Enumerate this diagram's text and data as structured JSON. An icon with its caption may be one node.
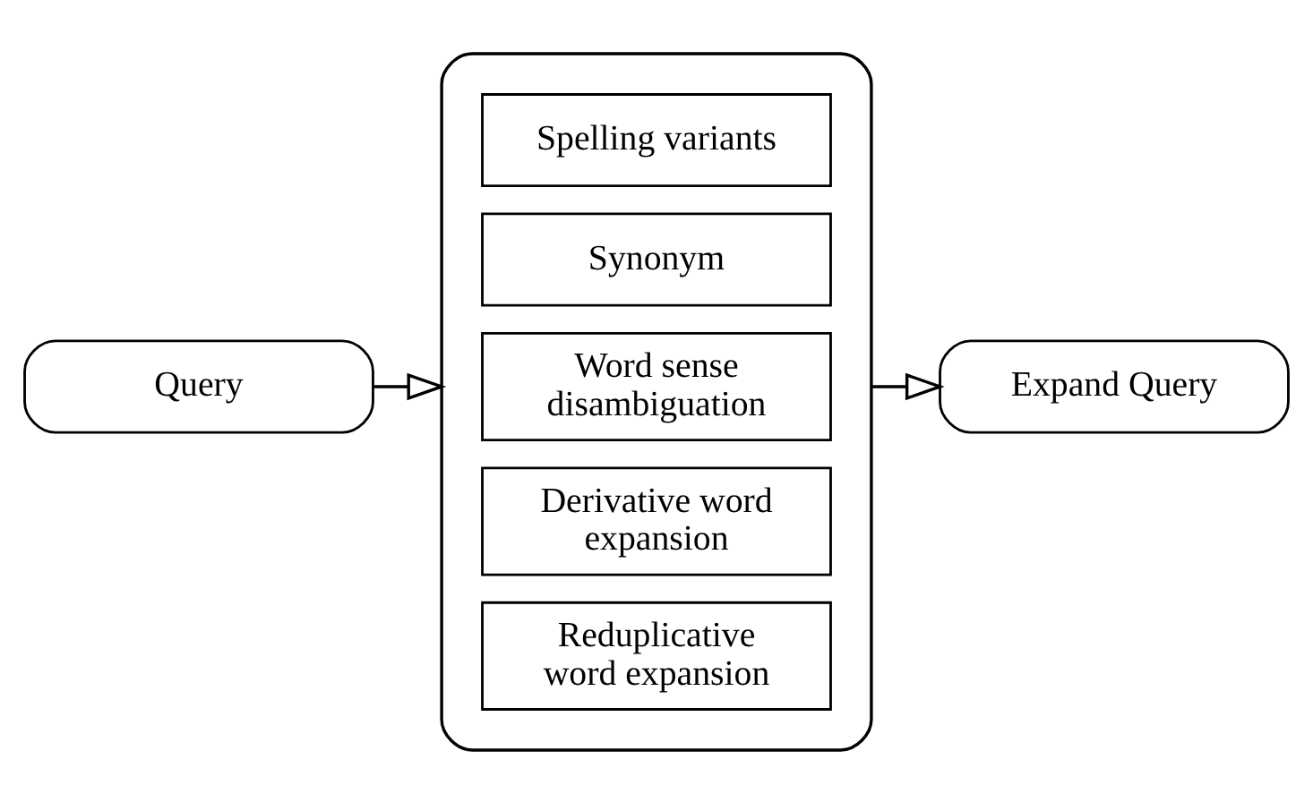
{
  "diagram": {
    "nodes": [
      {
        "text": [
          "Query"
        ]
      },
      {
        "text": [],
        "shape": "box"
      },
      {
        "text": [
          "Spelling variants"
        ],
        "in": 1
      },
      {
        "text": [
          "Synonym"
        ],
        "in": 1
      },
      {
        "text": [
          "Word sense disambiguation"
        ],
        "in": 1
      },
      {
        "text": [
          "Derivative word expansion"
        ],
        "in": 1
      },
      {
        "text": [
          "Reduplicative word expansion"
        ],
        "in": 1
      },
      {
        "text": [
          "Expand Query"
        ]
      }
    ],
    "edges": [
      {
        "from": 0,
        "to": 1,
        "arrow": "to"
      },
      {
        "from": 1,
        "to": 7,
        "arrow": "to"
      }
    ]
  }
}
